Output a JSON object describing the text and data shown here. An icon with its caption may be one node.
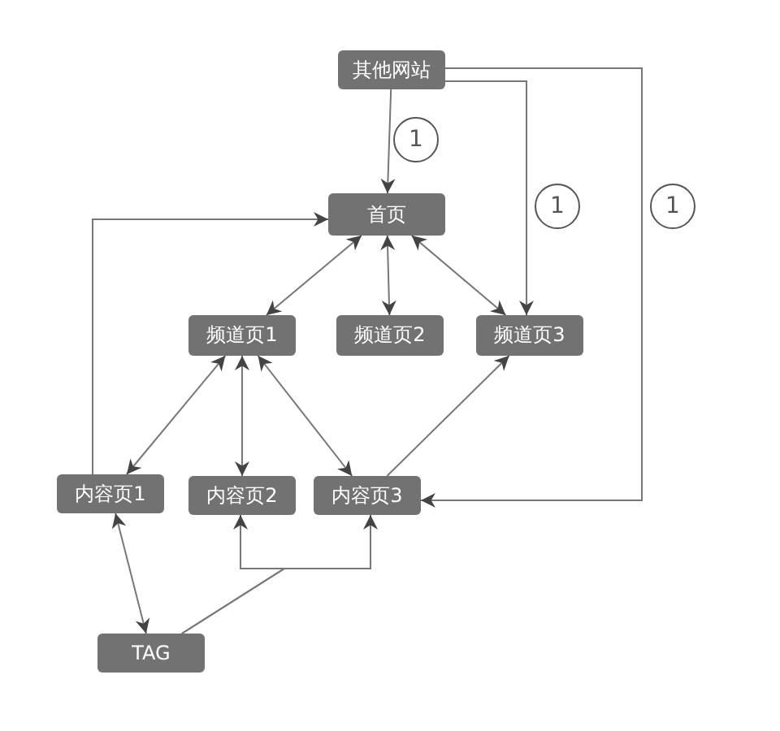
{
  "diagram": {
    "nodes": [
      {
        "text": [
          "其他网站"
        ]
      },
      {
        "text": [
          "首页"
        ]
      },
      {
        "text": [
          "频道页1"
        ]
      },
      {
        "text": [
          "频道页2"
        ]
      },
      {
        "text": [
          "频道页3"
        ]
      },
      {
        "text": [
          "内容页1"
        ]
      },
      {
        "text": [
          "内容页2"
        ]
      },
      {
        "text": [
          "内容页3"
        ]
      },
      {
        "text": [
          "TAG"
        ]
      }
    ],
    "edges": [
      {
        "from": 0,
        "to": 1,
        "arrow": "to",
        "label": "1"
      },
      {
        "from": 0,
        "to": 4,
        "arrow": "to",
        "label": "1"
      },
      {
        "from": 0,
        "to": 7,
        "arrow": "to",
        "label": "1"
      },
      {
        "from": 1,
        "to": 2,
        "arrow": "both"
      },
      {
        "from": 1,
        "to": 3,
        "arrow": "both"
      },
      {
        "from": 1,
        "to": 4,
        "arrow": "both"
      },
      {
        "from": 2,
        "to": 5,
        "arrow": "both"
      },
      {
        "from": 2,
        "to": 6,
        "arrow": "both"
      },
      {
        "from": 2,
        "to": 7,
        "arrow": "both"
      },
      {
        "from": 7,
        "to": 4,
        "arrow": "to"
      },
      {
        "from": 5,
        "to": 1,
        "arrow": "to"
      },
      {
        "from": 5,
        "to": 8,
        "arrow": "both"
      },
      {
        "from": 8,
        "to": 6,
        "arrow": "to"
      },
      {
        "from": 8,
        "to": 7,
        "arrow": "to"
      }
    ]
  }
}
